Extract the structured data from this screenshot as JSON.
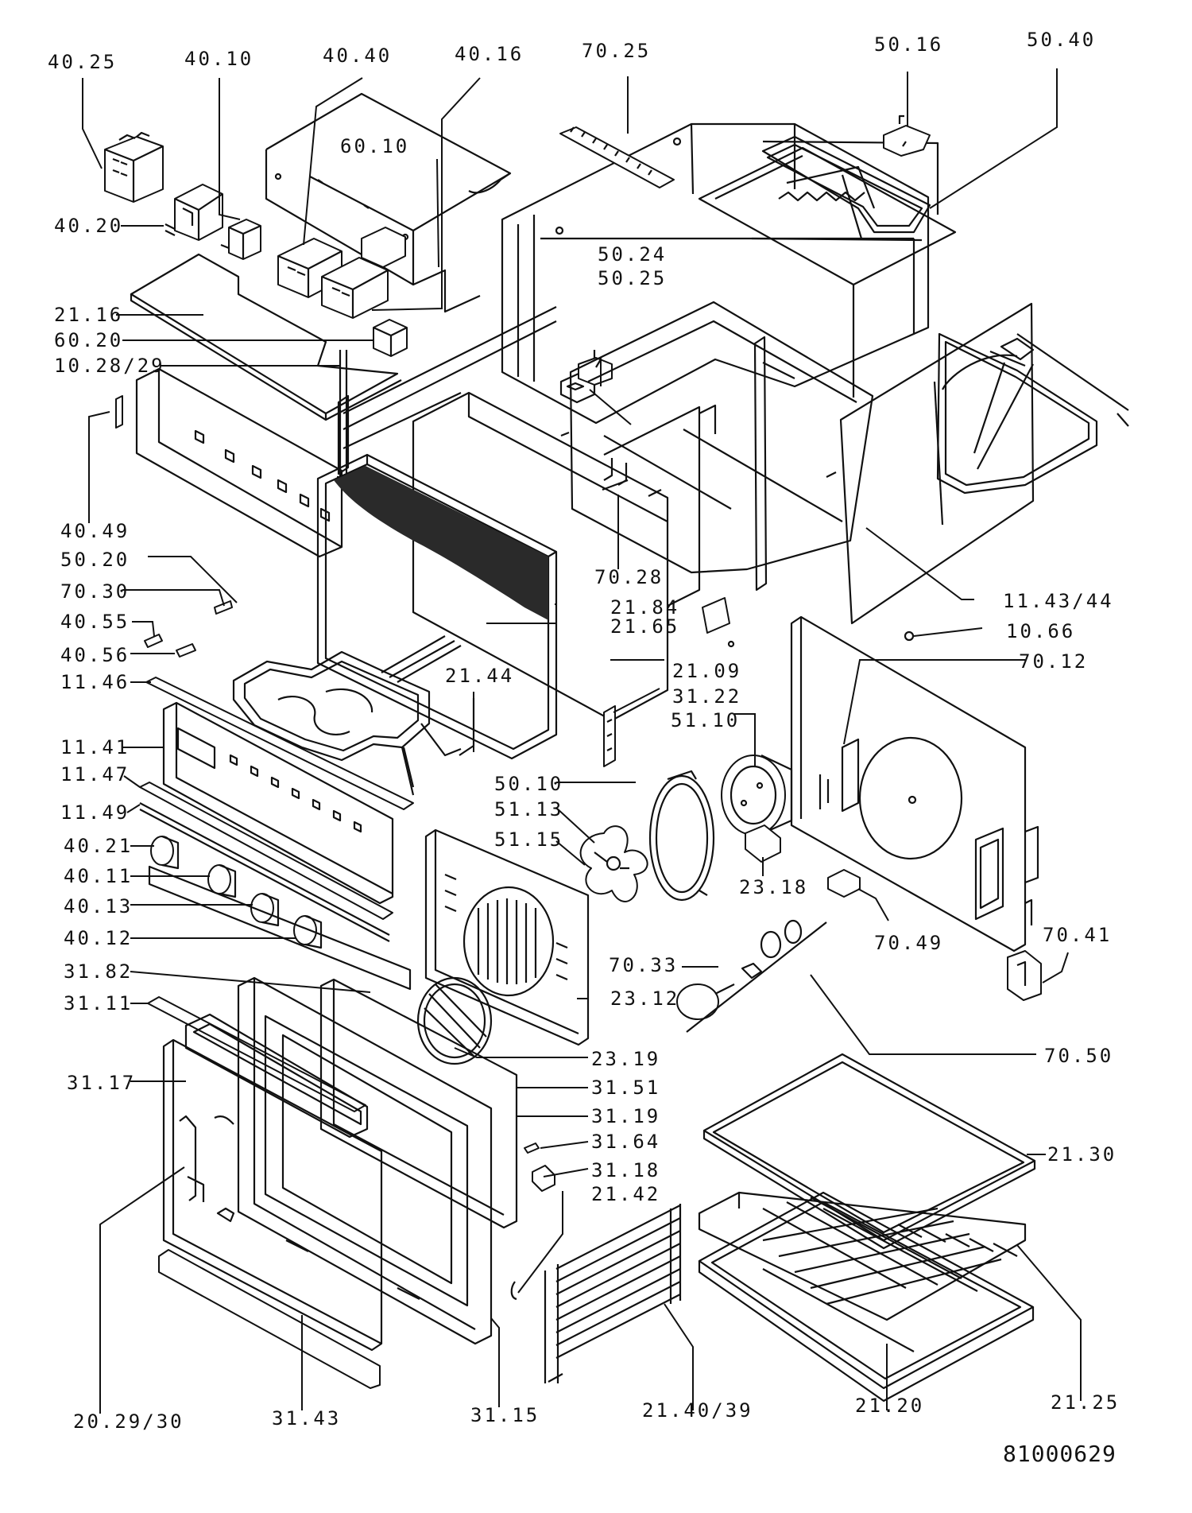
{
  "labels": {
    "l_40_25": "40.25",
    "l_40_10": "40.10",
    "l_40_40": "40.40",
    "l_40_16": "40.16",
    "l_70_25": "70.25",
    "l_50_16": "50.16",
    "l_50_40": "50.40",
    "l_60_10": "60.10",
    "l_40_20": "40.20",
    "l_50_24": "50.24",
    "l_50_25": "50.25",
    "l_21_16": "21.16",
    "l_60_20": "60.20",
    "l_10_28_29": "10.28/29",
    "l_40_49": "40.49",
    "l_50_20": "50.20",
    "l_70_30": "70.30",
    "l_40_55": "40.55",
    "l_40_56": "40.56",
    "l_70_28": "70.28",
    "l_21_84": "21.84",
    "l_11_43_44": "11.43/44",
    "l_21_65": "21.65",
    "l_10_66": "10.66",
    "l_11_46": "11.46",
    "l_21_44": "21.44",
    "l_21_09": "21.09",
    "l_70_12": "70.12",
    "l_31_22": "31.22",
    "l_51_10": "51.10",
    "l_11_41": "11.41",
    "l_11_47": "11.47",
    "l_50_10": "50.10",
    "l_51_13": "51.13",
    "l_11_49": "11.49",
    "l_51_15": "51.15",
    "l_40_21": "40.21",
    "l_40_11": "40.11",
    "l_23_18": "23.18",
    "l_40_13": "40.13",
    "l_70_49": "70.49",
    "l_40_12": "40.12",
    "l_70_41": "70.41",
    "l_70_33": "70.33",
    "l_31_82": "31.82",
    "l_31_11": "31.11",
    "l_23_12": "23.12",
    "l_23_19": "23.19",
    "l_70_50": "70.50",
    "l_31_17": "31.17",
    "l_31_51": "31.51",
    "l_31_19": "31.19",
    "l_31_64": "31.64",
    "l_21_30": "21.30",
    "l_31_18": "31.18",
    "l_21_42": "21.42",
    "l_21_25": "21.25",
    "l_20_29_30": "20.29/30",
    "l_31_43": "31.43",
    "l_31_15": "31.15",
    "l_21_40_39": "21.40/39",
    "l_21_20": "21.20"
  },
  "drawing_ref": "81000629"
}
